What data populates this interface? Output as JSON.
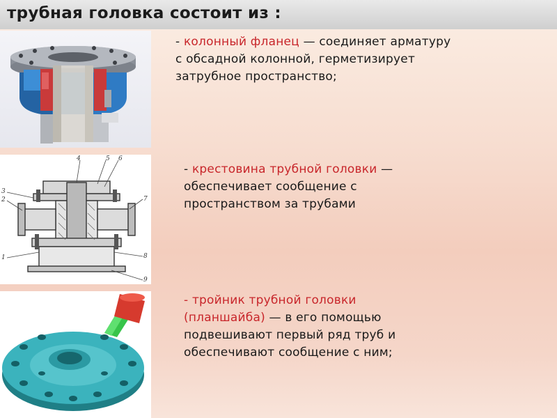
{
  "title": "трубная головка состоит из :",
  "items": [
    {
      "dash": "- ",
      "term": "колонный фланец",
      "line1_rest": " — соединяет арматуру",
      "line2": "с обсадной колонной, герметизирует",
      "line3": "затрубное пространство;"
    },
    {
      "dash": "- ",
      "term": "крестовина трубной головки",
      "line1_rest": " —",
      "line2": "обеспечивает сообщение с",
      "line3": "пространством за трубами"
    },
    {
      "term_line1": "- тройник трубной головки",
      "term_line2": "(планшайба)",
      "line2_rest": " — в его помощью",
      "line3": "подвешивают первый ряд труб и",
      "line4": "обеспечивают сообщение с ним;"
    }
  ],
  "drawing_labels": [
    "4",
    "5",
    "6",
    "3",
    "2",
    "7",
    "1",
    "8",
    "9"
  ]
}
